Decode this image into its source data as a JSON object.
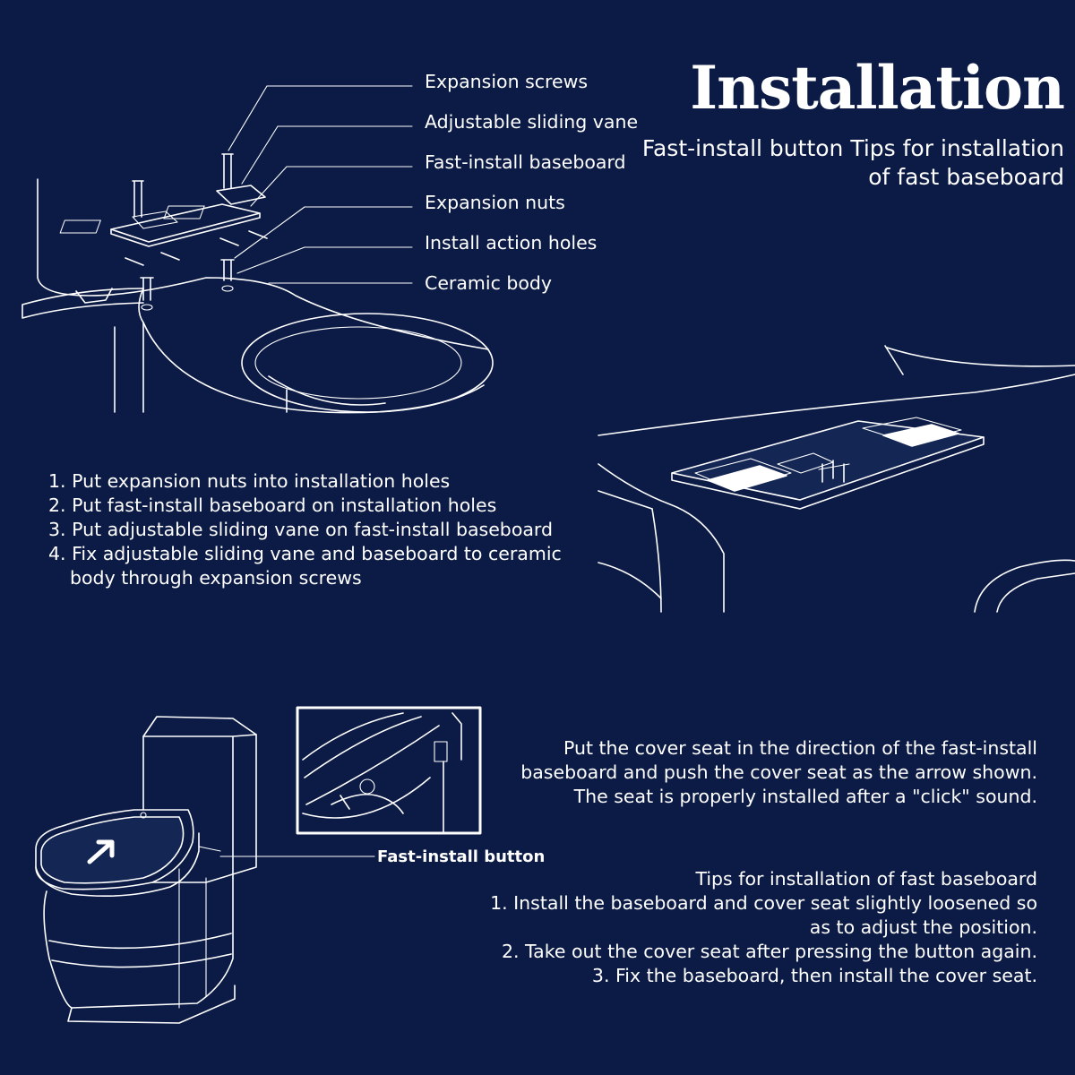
{
  "header": {
    "title": "Installation",
    "subtitle": "Fast-install button Tips for installation of fast baseboard"
  },
  "callouts": [
    "Expansion screws",
    "Adjustable sliding vane",
    "Fast-install baseboard",
    "Expansion nuts",
    "Install action holes",
    "Ceramic body"
  ],
  "steps": [
    "1. Put expansion nuts into installation holes",
    "2. Put fast-install baseboard on installation holes",
    "3. Put adjustable sliding vane on fast-install baseboard",
    "4. Fix adjustable sliding vane and baseboard to ceramic",
    "body through expansion screws"
  ],
  "fast_install_label": "Fast-install button",
  "cover_seat_instructions": [
    "Put the cover seat in the direction of the fast-install",
    "baseboard and push the cover seat as the arrow shown.",
    "The seat is properly installed after a \"click\" sound."
  ],
  "tips": [
    "Tips for installation of fast baseboard",
    "1. Install the baseboard and cover seat slightly loosened so",
    "as to adjust the position.",
    "2. Take out the cover seat after pressing the button again.",
    "3. Fix the baseboard, then install the cover seat."
  ],
  "colors": {
    "background": "#0c1b45",
    "line": "#ffffff"
  }
}
